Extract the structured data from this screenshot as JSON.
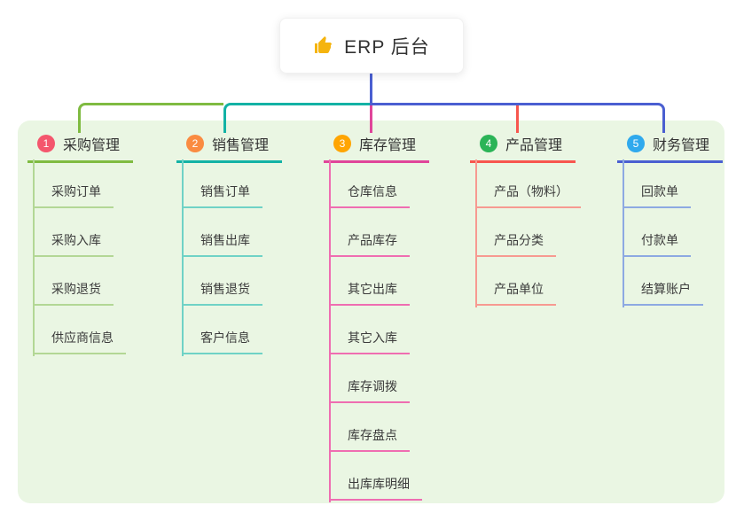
{
  "root": {
    "label": "ERP 后台",
    "icon": "thumbs-up-icon",
    "icon_color": "#f5b40e"
  },
  "colors": {
    "canvas_bg": "#ffffff",
    "panel_bg": "#eaf6e3",
    "root_line": "#4a5fd1",
    "text": "#333333"
  },
  "branches": [
    {
      "index": "1",
      "label": "采购管理",
      "badge_color": "#f4566d",
      "line_color": "#7fbb41",
      "subline_color": "#b3d795",
      "children": [
        "采购订单",
        "采购入库",
        "采购退货",
        "供应商信息"
      ]
    },
    {
      "index": "2",
      "label": "销售管理",
      "badge_color": "#fa8b41",
      "line_color": "#13b2a5",
      "subline_color": "#6fd2c6",
      "children": [
        "销售订单",
        "销售出库",
        "销售退货",
        "客户信息"
      ]
    },
    {
      "index": "3",
      "label": "库存管理",
      "badge_color": "#ffa502",
      "line_color": "#e0459a",
      "subline_color": "#ef6db1",
      "children": [
        "仓库信息",
        "产品库存",
        "其它出库",
        "其它入库",
        "库存调拨",
        "库存盘点",
        "出库库明细"
      ]
    },
    {
      "index": "4",
      "label": "产品管理",
      "badge_color": "#2bb457",
      "line_color": "#f7564e",
      "subline_color": "#f79a91",
      "children": [
        "产品（物料）",
        "产品分类",
        "产品单位"
      ]
    },
    {
      "index": "5",
      "label": "财务管理",
      "badge_color": "#2fa9ed",
      "line_color": "#4a5fd1",
      "subline_color": "#8da9e2",
      "children": [
        "回款单",
        "付款单",
        "结算账户"
      ]
    }
  ]
}
